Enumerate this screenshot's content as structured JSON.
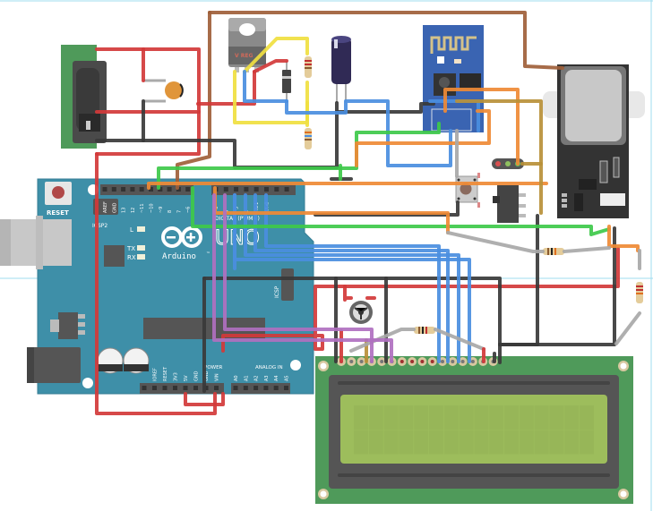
{
  "canvas": {
    "background": "#ffffff",
    "guide_line_color": "#9fdcef"
  },
  "arduino": {
    "board_color": "#3e8fa8",
    "reset_label": "RESET",
    "icsp2_label": "ICSP2",
    "icsp_label": "ICSP",
    "logo_text": "Arduino",
    "logo_tm": "™",
    "model_text": "UNO",
    "led_labels": [
      "L",
      "TX",
      "RX"
    ],
    "digital_header_labels": [
      "AREF",
      "GND",
      "13",
      "12",
      "~11",
      "~10",
      "~9",
      "8",
      "7",
      "~6",
      "~5",
      "4",
      "~3",
      "2",
      "TX▸1",
      "RX◂0"
    ],
    "digital_label": "DIGITAL (PWM~)",
    "power_label": "POWER",
    "analog_label": "ANALOG IN",
    "power_header_labels": [
      "IOREF",
      "RESET",
      "3V3",
      "5V",
      "GND",
      "GND",
      "VIN"
    ],
    "analog_header_labels": [
      "A0",
      "A1",
      "A2",
      "A3",
      "A4",
      "A5"
    ]
  },
  "voltage_regulator": {
    "label": "V REG"
  },
  "components": {
    "dc_jack": "dc-barrel-jack",
    "ceramic_capacitor": "ceramic-capacitor",
    "diode": "diode",
    "electrolytic_capacitor": "electrolytic-capacitor",
    "wifi_module": "esp8266-module",
    "fingerprint_sensor": "fingerprint-sensor",
    "pushbutton": "tactile-pushbutton",
    "slide_switch": "slide-switch",
    "led_indicator": "three-pin-header",
    "potentiometer": "trimmer-potentiometer",
    "lcd": "lcd-16x2"
  },
  "lcd": {
    "rows": 2,
    "cols": 16,
    "pin_count": 16,
    "screen_color": "#9dbd5c",
    "pcb_color": "#4f9a5a"
  },
  "wire_colors": {
    "power": "#d23a3a",
    "ground": "#3a3a3a",
    "yellow": "#f0e040",
    "blue": "#4a8ee0",
    "green": "#3ec94a",
    "orange": "#ef8a35",
    "brown": "#a0603a",
    "purple": "#b070c0",
    "mustard": "#b89038",
    "grey": "#a8a8a8"
  }
}
